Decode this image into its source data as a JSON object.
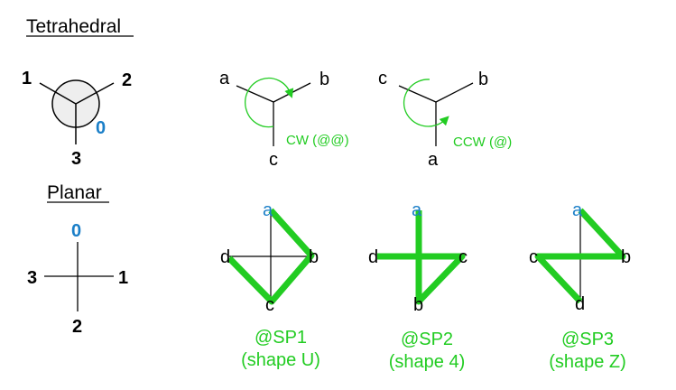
{
  "headings": {
    "tetrahedral": "Tetrahedral",
    "planar": "Planar"
  },
  "tetra_ref": {
    "n1": "1",
    "n2": "2",
    "n3": "3",
    "n0": "0"
  },
  "cw": {
    "a": "a",
    "b": "b",
    "c": "c",
    "label": "CW (@@)"
  },
  "ccw": {
    "c": "c",
    "b": "b",
    "a": "a",
    "label": "CCW (@)"
  },
  "planar_ref": {
    "n0": "0",
    "n1": "1",
    "n2": "2",
    "n3": "3"
  },
  "sp1": {
    "a": "a",
    "b": "b",
    "c": "c",
    "d": "d",
    "name": "@SP1",
    "shape": "(shape U)"
  },
  "sp2": {
    "a": "a",
    "b": "b",
    "c": "c",
    "d": "d",
    "name": "@SP2",
    "shape": "(shape 4)"
  },
  "sp3": {
    "a": "a",
    "b": "b",
    "c": "c",
    "d": "d",
    "name": "@SP3",
    "shape": "(shape Z)"
  },
  "colors": {
    "green": "#22cc22",
    "blue": "#1b7fc8",
    "black": "#000000",
    "fill": "#eeeeee"
  }
}
